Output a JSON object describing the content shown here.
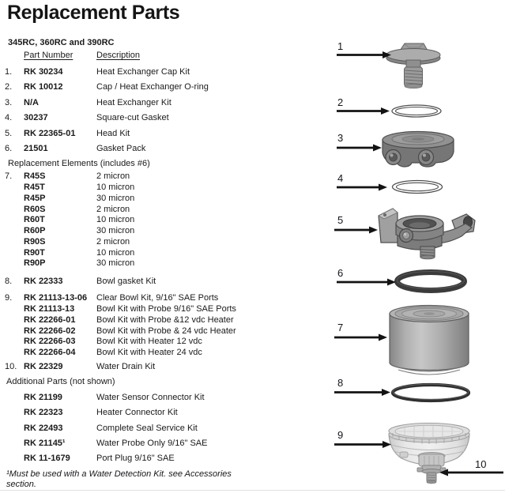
{
  "title": "Replacement Parts",
  "models": "345RC, 360RC and 390RC",
  "table_headers": {
    "part": "Part Number",
    "desc": "Description"
  },
  "main_parts": [
    {
      "num": "1.",
      "part": "RK 30234",
      "desc": "Heat Exchanger Cap Kit"
    },
    {
      "num": "2.",
      "part": "RK 10012",
      "desc": "Cap / Heat Exchanger O-ring"
    },
    {
      "num": "3.",
      "part": "N/A",
      "desc": "Heat Exchanger Kit"
    },
    {
      "num": "4.",
      "part": "30237",
      "desc": "Square-cut Gasket"
    },
    {
      "num": "5.",
      "part": "RK 22365-01",
      "desc": "Head Kit"
    },
    {
      "num": "6.",
      "part": "21501",
      "desc": "Gasket Pack"
    }
  ],
  "elements_section": {
    "heading": "Replacement Elements (includes #6)",
    "rows": [
      {
        "num": "7.",
        "part": "R45S",
        "desc": "2 micron"
      },
      {
        "num": "",
        "part": "R45T",
        "desc": "10 micron"
      },
      {
        "num": "",
        "part": "R45P",
        "desc": "30 micron"
      },
      {
        "num": "",
        "part": "R60S",
        "desc": "2 micron"
      },
      {
        "num": "",
        "part": "R60T",
        "desc": "10 micron"
      },
      {
        "num": "",
        "part": "R60P",
        "desc": "30 micron"
      },
      {
        "num": "",
        "part": "R90S",
        "desc": "2 micron"
      },
      {
        "num": "",
        "part": "R90T",
        "desc": "10 micron"
      },
      {
        "num": "",
        "part": "R90P",
        "desc": "30 micron"
      }
    ]
  },
  "bowl_parts": [
    {
      "num": "8.",
      "part": "RK 22333",
      "desc": "Bowl gasket Kit"
    },
    {
      "num": "9.",
      "part": "RK 21113-13-06",
      "desc": "Clear Bowl Kit, 9/16\" SAE Ports"
    },
    {
      "num": "",
      "part": "RK 21113-13",
      "desc": "Bowl Kit with Probe 9/16\" SAE Ports"
    },
    {
      "num": "",
      "part": "RK 22266-01",
      "desc": "Bowl Kit with Probe &12 vdc Heater"
    },
    {
      "num": "",
      "part": "RK 22266-02",
      "desc": "Bowl Kit with Probe & 24 vdc Heater"
    },
    {
      "num": "",
      "part": "RK 22266-03",
      "desc": "Bowl Kit with Heater 12 vdc"
    },
    {
      "num": "",
      "part": "RK 22266-04",
      "desc": "Bowl Kit with Heater 24 vdc"
    },
    {
      "num": "10.",
      "part": "RK 22329",
      "desc": "Water Drain Kit"
    }
  ],
  "additional_section": {
    "heading": "Additional Parts (not shown)",
    "rows": [
      {
        "part": "RK 21199",
        "desc": "Water Sensor Connector Kit"
      },
      {
        "part": "RK 22323",
        "desc": "Heater Connector Kit"
      },
      {
        "part": "RK 22493",
        "desc": "Complete Seal Service Kit"
      },
      {
        "part": "RK 21145¹",
        "desc": "Water Probe Only 9/16\" SAE"
      },
      {
        "part": "RK 11-1679",
        "desc": "Port Plug 9/16\" SAE"
      }
    ]
  },
  "footnote": "¹Must be used with a Water Detection Kit. see Accessories section.",
  "diagram": {
    "callouts": [
      "1",
      "2",
      "3",
      "4",
      "5",
      "6",
      "7",
      "8",
      "9",
      "10"
    ],
    "colors": {
      "arrow": "#131313",
      "part_gray": "#8f8f8f",
      "gasket_dark": "#3b3b3b",
      "bowl_light": "#e0e0e0"
    }
  }
}
